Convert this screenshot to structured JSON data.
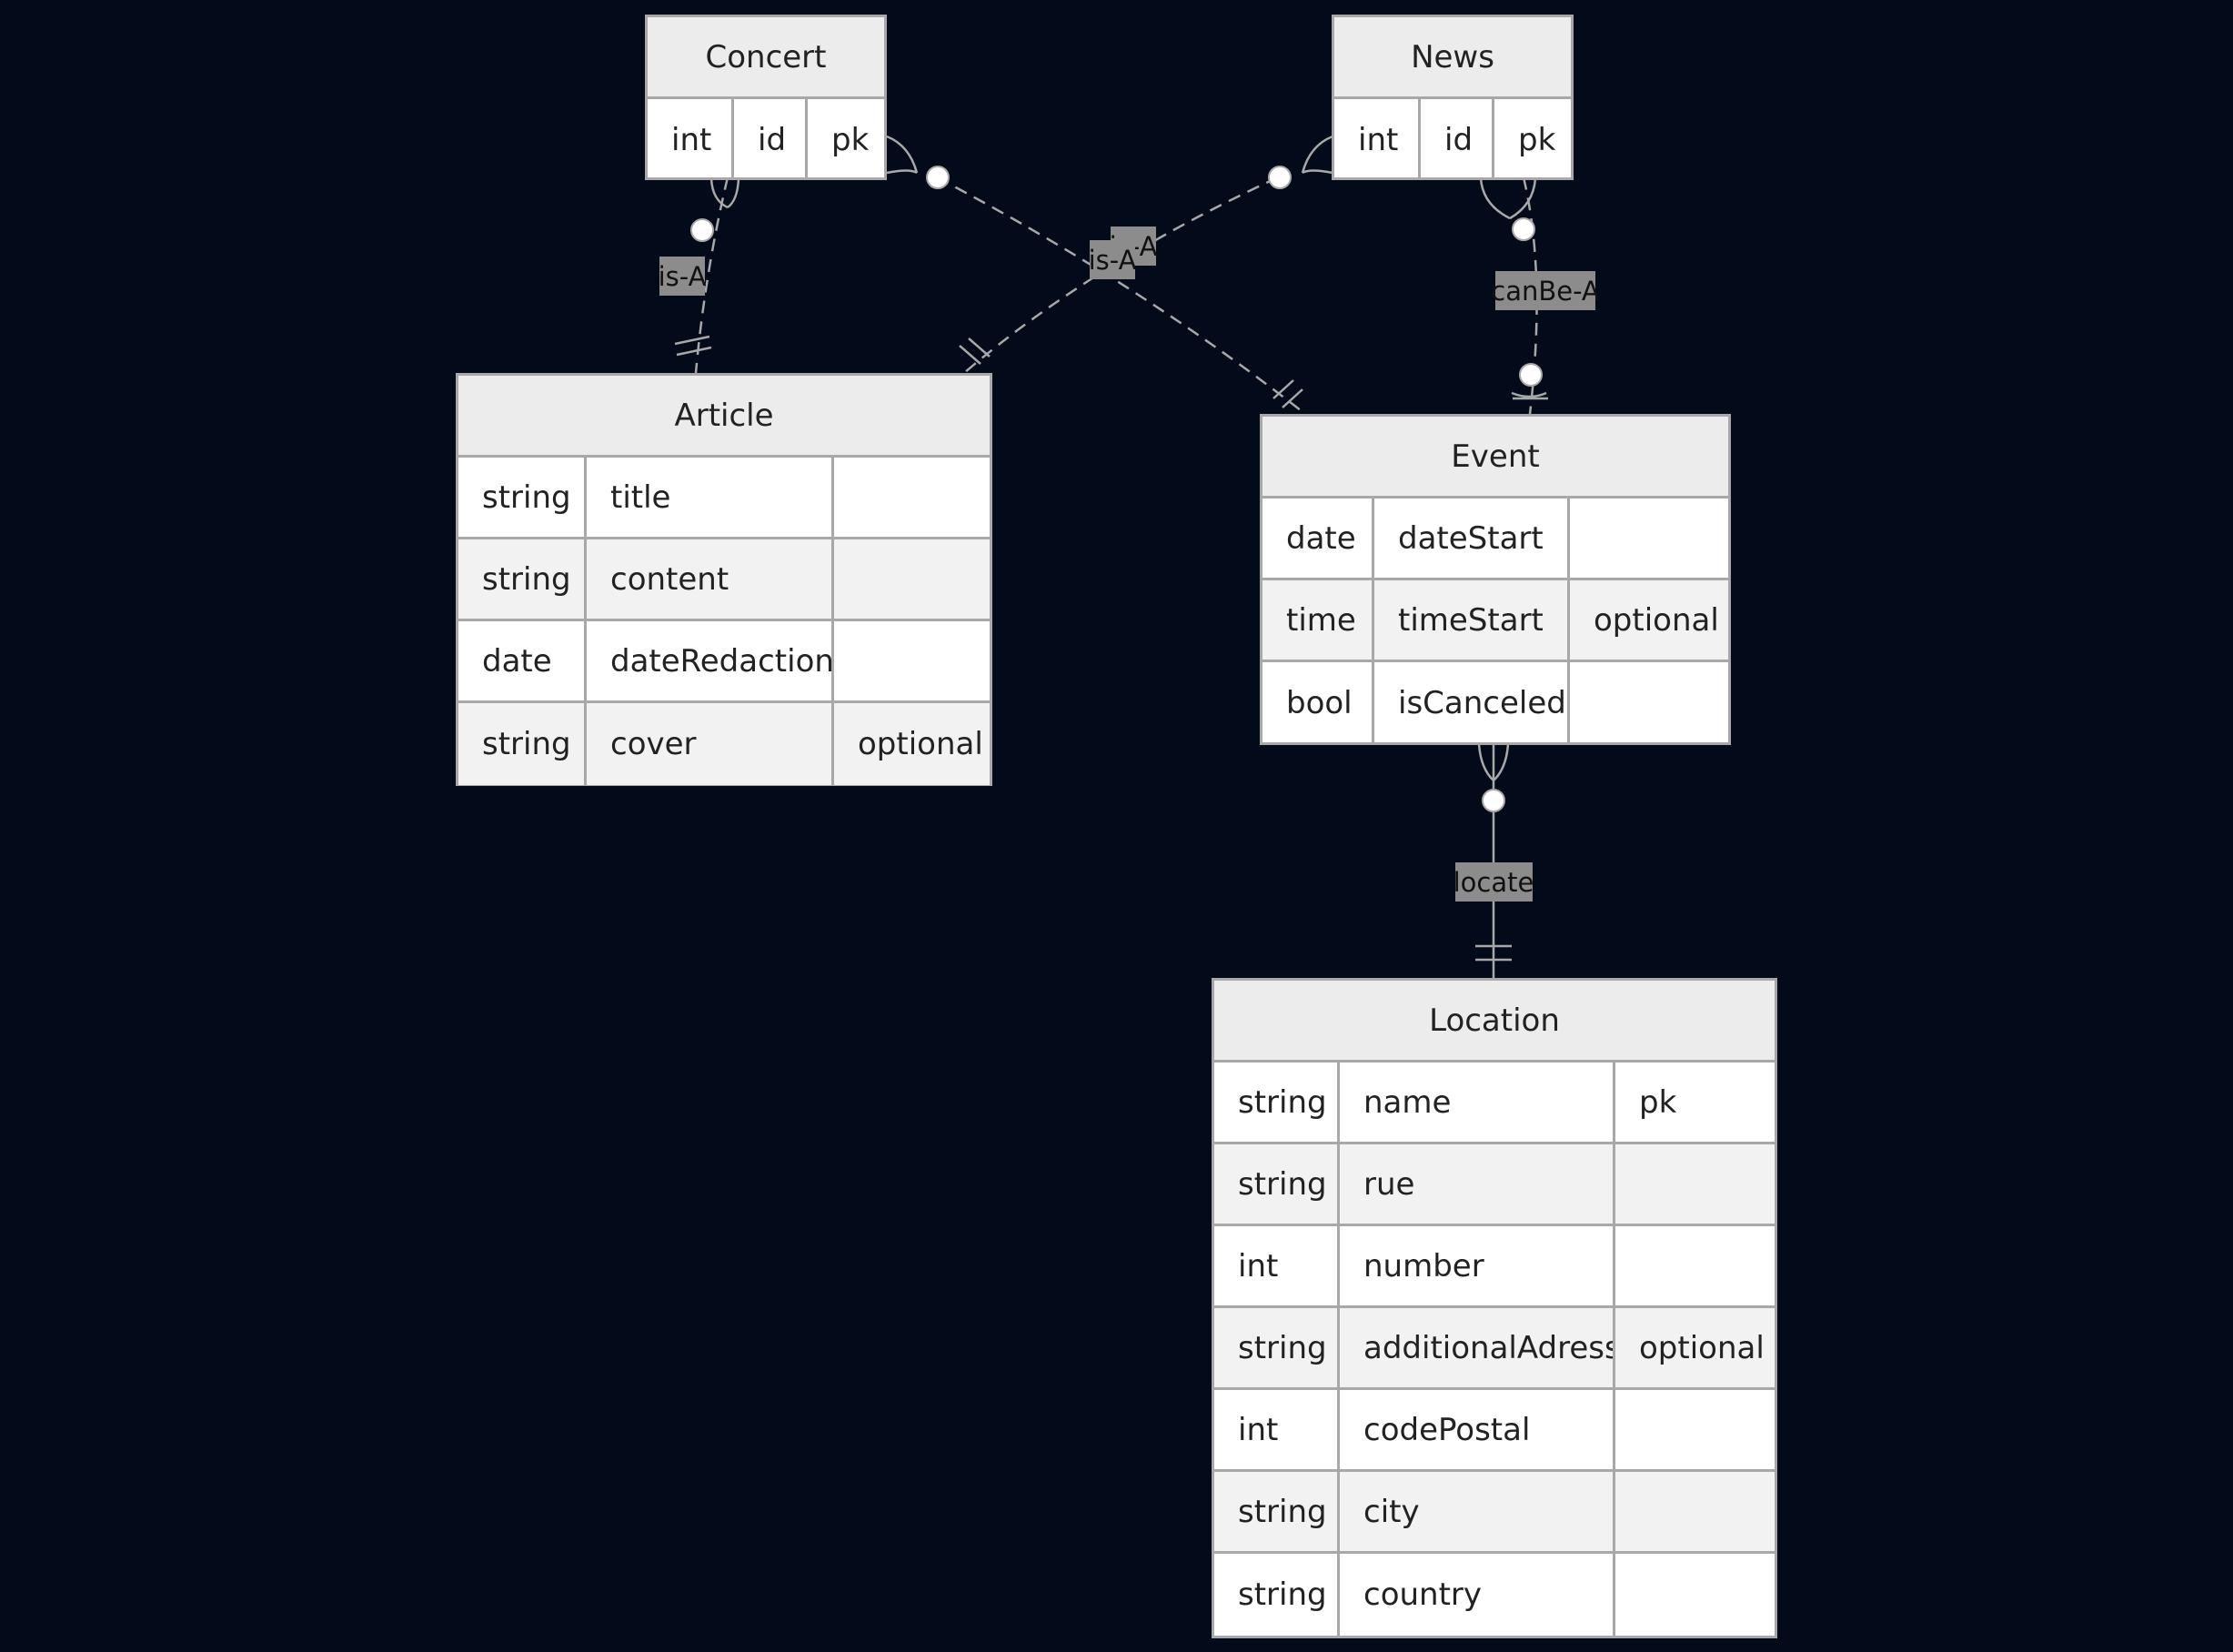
{
  "entities": {
    "concert": {
      "name": "Concert",
      "attributes": [
        {
          "type": "int",
          "name": "id",
          "key": "pk"
        }
      ]
    },
    "news": {
      "name": "News",
      "attributes": [
        {
          "type": "int",
          "name": "id",
          "key": "pk"
        }
      ]
    },
    "article": {
      "name": "Article",
      "attributes": [
        {
          "type": "string",
          "name": "title",
          "key": ""
        },
        {
          "type": "string",
          "name": "content",
          "key": ""
        },
        {
          "type": "date",
          "name": "dateRedaction",
          "key": ""
        },
        {
          "type": "string",
          "name": "cover",
          "key": "optional"
        }
      ]
    },
    "event": {
      "name": "Event",
      "attributes": [
        {
          "type": "date",
          "name": "dateStart",
          "key": ""
        },
        {
          "type": "time",
          "name": "timeStart",
          "key": "optional"
        },
        {
          "type": "bool",
          "name": "isCanceled",
          "key": ""
        }
      ]
    },
    "location": {
      "name": "Location",
      "attributes": [
        {
          "type": "string",
          "name": "name",
          "key": "pk"
        },
        {
          "type": "string",
          "name": "rue",
          "key": ""
        },
        {
          "type": "int",
          "name": "number",
          "key": ""
        },
        {
          "type": "string",
          "name": "additionalAdress",
          "key": "optional"
        },
        {
          "type": "int",
          "name": "codePostal",
          "key": ""
        },
        {
          "type": "string",
          "name": "city",
          "key": ""
        },
        {
          "type": "string",
          "name": "country",
          "key": ""
        }
      ]
    }
  },
  "relationships": {
    "concert_article": "is-A",
    "concert_event": "is-A",
    "news_article": "is-A",
    "news_event": "canBe-A",
    "event_location": "locate"
  },
  "colors": {
    "background": "#030a1a",
    "entity_border": "#a8a8a8",
    "header_fill": "#ececec",
    "row_alt_fill": "#f2f2f2",
    "label_box": "#8c8c8c"
  }
}
